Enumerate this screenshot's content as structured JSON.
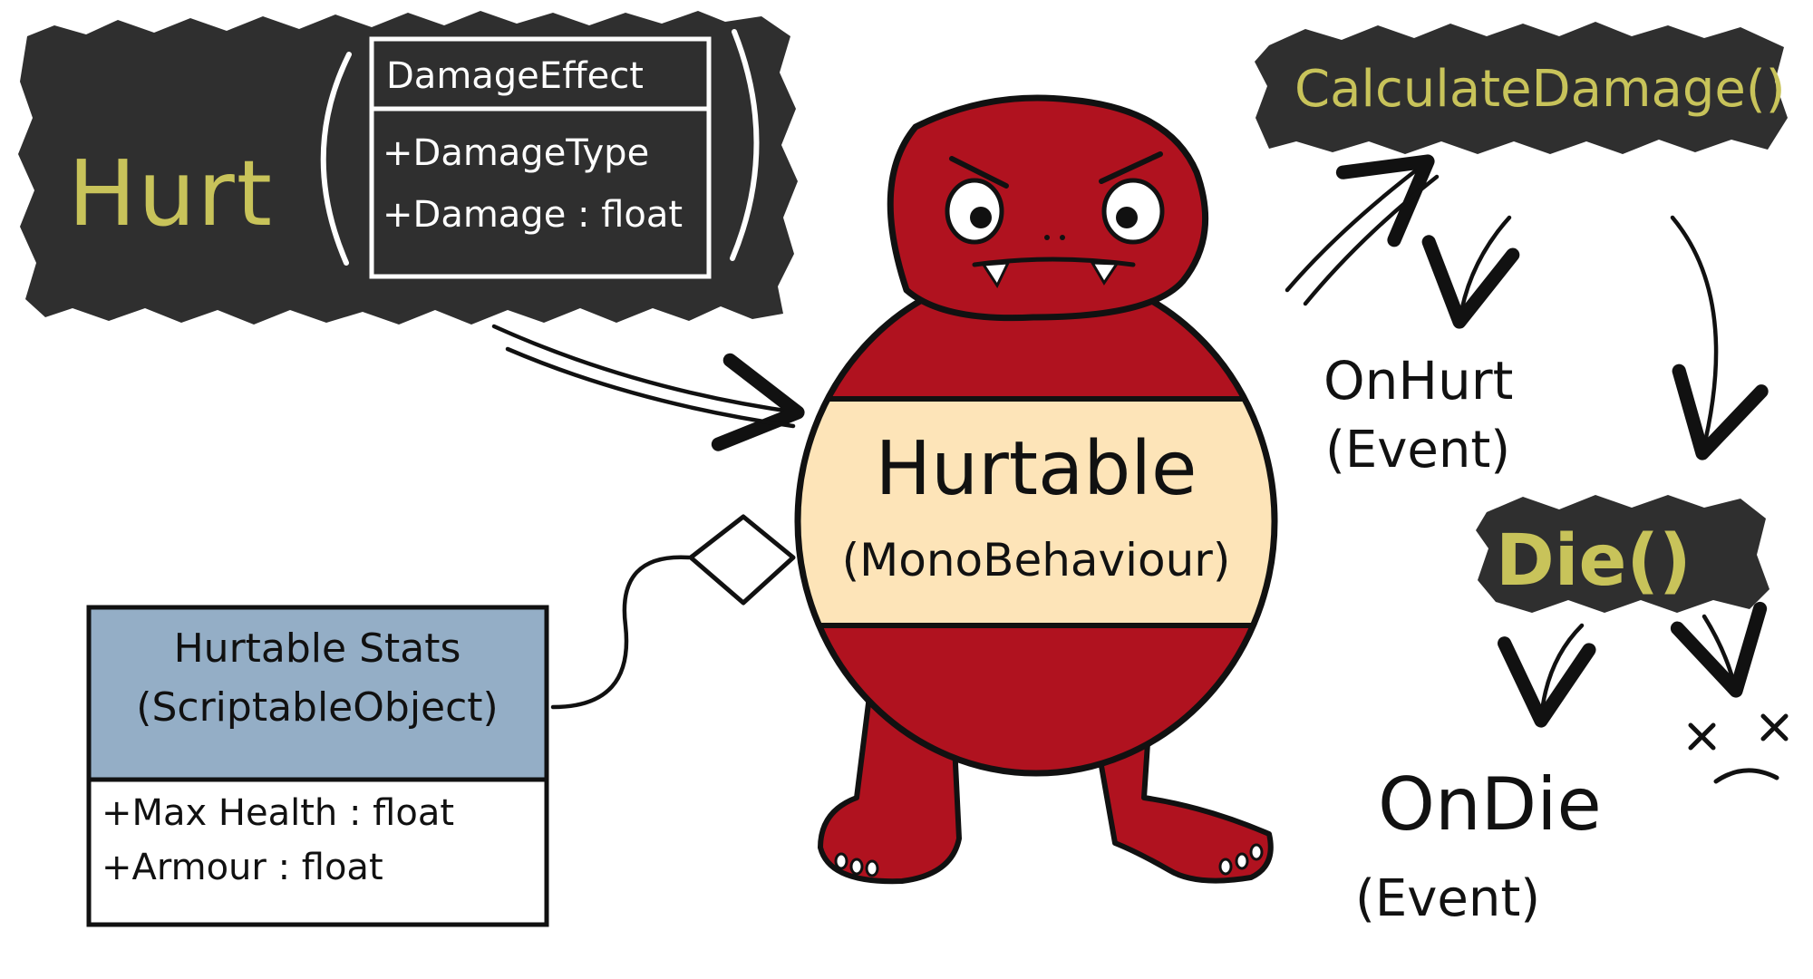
{
  "diagram": {
    "hurt_label": "Hurt",
    "damage_effect": {
      "title": "DamageEffect",
      "fields": [
        "+DamageType",
        "+Damage : float"
      ]
    },
    "calculate_damage_label": "CalculateDamage()",
    "on_hurt": {
      "name": "OnHurt",
      "kind": "(Event)"
    },
    "die_label": "Die()",
    "on_die": {
      "name": "OnDie",
      "kind": "(Event)"
    },
    "hurtable": {
      "name": "Hurtable",
      "kind": "(MonoBehaviour)"
    },
    "hurtable_stats": {
      "title": "Hurtable Stats",
      "subtitle": "(ScriptableObject)",
      "fields": [
        "+Max Health : float",
        "+Armour : float"
      ]
    }
  },
  "colors": {
    "chalkboard": "#2f2f2f",
    "chalk_text": "#c8c35a",
    "monster_red": "#b0121f",
    "belly": "#fde4b8",
    "stats_header": "#94aec6",
    "outline": "#111111"
  }
}
